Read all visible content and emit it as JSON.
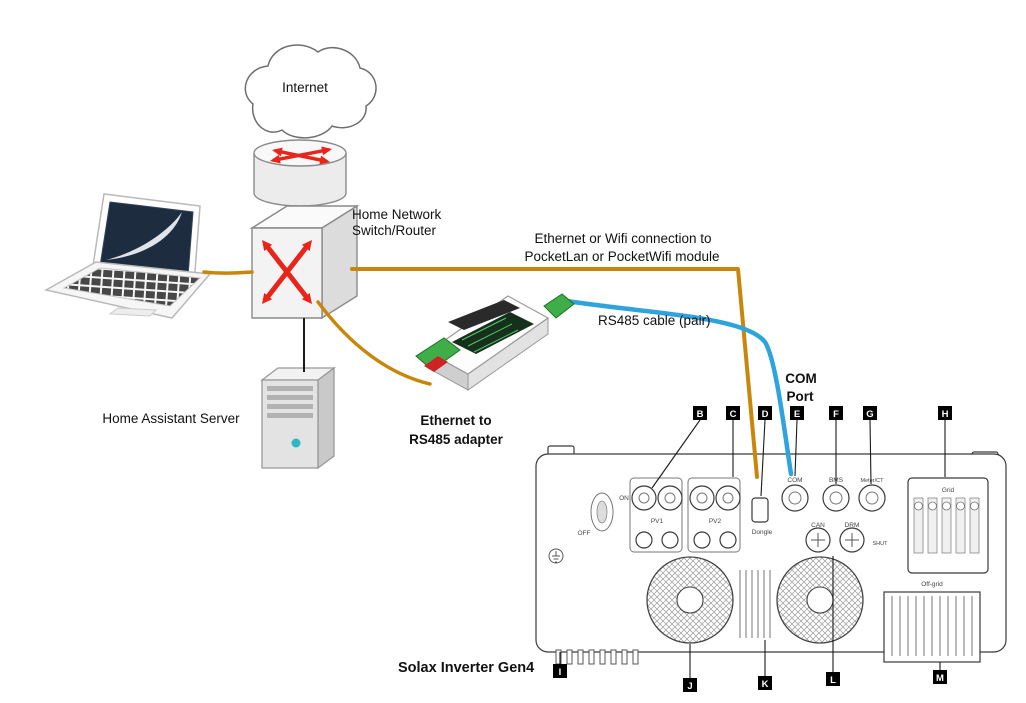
{
  "labels": {
    "internet": "Internet",
    "switch_line1": "Home Network",
    "switch_line2": "Switch/Router",
    "server": "Home Assistant Server",
    "adapter_line1": "Ethernet to",
    "adapter_line2": "RS485 adapter",
    "eth_note_line1": "Ethernet or Wifi connection to",
    "eth_note_line2": "PocketLan or PocketWifi module",
    "rs485_cable": "RS485 cable (pair)",
    "com_line1": "COM",
    "com_line2": "Port",
    "inverter": "Solax Inverter Gen4"
  },
  "markers": {
    "top": [
      "B",
      "C",
      "D",
      "E",
      "F",
      "G",
      "H"
    ],
    "bottom": [
      "I",
      "J",
      "K",
      "L",
      "M"
    ]
  },
  "inverter_ports": {
    "on": "ON",
    "off": "OFF",
    "pv1": "PV1",
    "pv2": "PV2",
    "dongle": "Dongle",
    "com": "COM",
    "bms": "BMS",
    "meter": "Meter/CT",
    "grid": "Grid",
    "can": "CAN",
    "drm": "DRM",
    "shut": "SHUT",
    "offgrid": "Off-grid"
  },
  "colors": {
    "cable_orange": "#C8870B",
    "cable_blue": "#2EA3DC",
    "arrow_red": "#E8251B"
  }
}
